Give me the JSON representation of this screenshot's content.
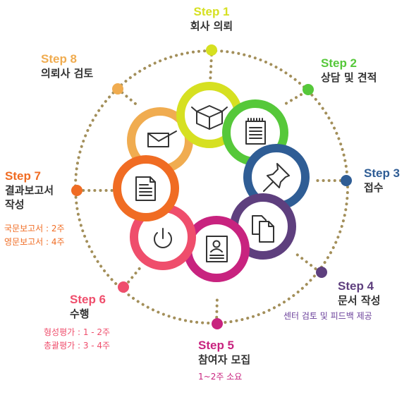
{
  "colors": {
    "step1": "#d6e021",
    "step2": "#56c83a",
    "step3": "#2f5d95",
    "step4": "#5e3f7e",
    "step5": "#c8237f",
    "step6": "#ef4e6c",
    "step7": "#f06c23",
    "step8": "#f0ac50",
    "orbit": "#a38f5a"
  },
  "steps": [
    {
      "title": "Step 1",
      "name": "회사 의뢰",
      "icon": "box-icon"
    },
    {
      "title": "Step 2",
      "name": "상담 및 견적",
      "icon": "notepad-icon"
    },
    {
      "title": "Step 3",
      "name": "접수",
      "icon": "pushpin-icon"
    },
    {
      "title": "Step 4",
      "name": "문서 작성",
      "note": "센터 검토 및 피드백 제공",
      "icon": "documents-icon"
    },
    {
      "title": "Step 5",
      "name": "참여자 모집",
      "note": "1~2주 소요",
      "icon": "profile-document-icon"
    },
    {
      "title": "Step 6",
      "name": "수행",
      "notes": [
        "형성평가 : 1 - 2주",
        "총괄평가 : 3 - 4주"
      ],
      "icon": "power-icon"
    },
    {
      "title": "Step 7",
      "name_lines": [
        "결과보고서",
        "작성"
      ],
      "notes": [
        "국문보고서 : 2주",
        "영문보고서 : 4주"
      ],
      "icon": "report-icon"
    },
    {
      "title": "Step 8",
      "name": "의뢰사 검토",
      "icon": "envelope-icon"
    }
  ]
}
